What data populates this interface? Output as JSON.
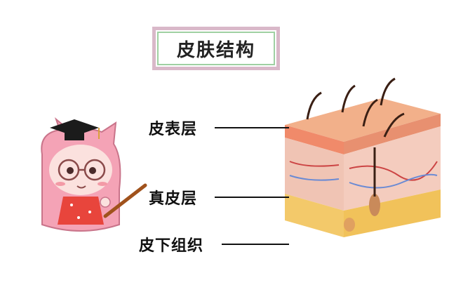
{
  "title": "皮肤结构",
  "layers": [
    {
      "id": "epidermis",
      "label": "皮表层"
    },
    {
      "id": "dermis",
      "label": "真皮层"
    },
    {
      "id": "subcutis",
      "label": "皮下组织"
    }
  ],
  "colors": {
    "title_border": "#d9b8c9",
    "title_inner_border": "#9fd0a2",
    "skin_top": "#f2b08a",
    "skin_side": "#f0c4b4",
    "fat": "#f3c96a",
    "hair": "#3a1f14",
    "character_pink": "#f4a3b6",
    "hat": "#1b1b1b",
    "dress": "#e8453c"
  },
  "icons": [
    "character-teacher-icon",
    "graduation-cap-icon",
    "pointer-stick-icon",
    "skin-cube-illustration"
  ]
}
